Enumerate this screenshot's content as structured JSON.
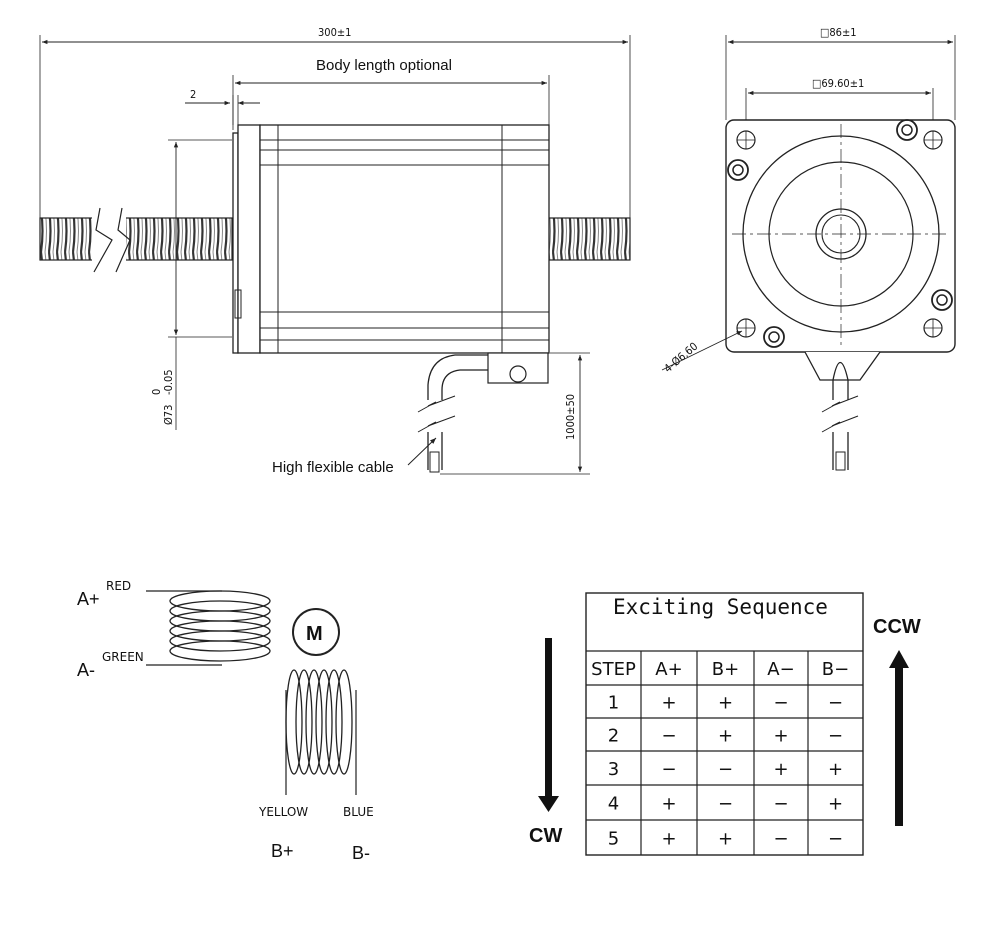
{
  "dimensions": {
    "overall_length": "300",
    "overall_tol": "±1",
    "body_length_note": "Body length optional",
    "flange_thickness": "2",
    "pilot_dia_nominal": "Ø73",
    "pilot_tol_upper": "0",
    "pilot_tol_lower": "-0.05",
    "cable_length": "1000±50",
    "cable_note": "High flexible cable",
    "square_size": "□86",
    "square_tol": "±1",
    "hole_spacing": "□69.60",
    "hole_spacing_tol": "±1",
    "mount_holes": "4-Ø6.60"
  },
  "wiring": {
    "motor_symbol": "M",
    "a_plus": "A+",
    "a_minus": "A-",
    "a_plus_color": "RED",
    "a_minus_color": "GREEN",
    "b_plus_color": "YELLOW",
    "b_minus_color": "BLUE",
    "b_plus": "B+",
    "b_minus": "B-"
  },
  "sequence": {
    "title": "Exciting Sequence",
    "headers": [
      "STEP",
      "A+",
      "B+",
      "A−",
      "B−"
    ],
    "rows": [
      [
        "1",
        "+",
        "+",
        "−",
        "−"
      ],
      [
        "2",
        "−",
        "+",
        "+",
        "−"
      ],
      [
        "3",
        "−",
        "−",
        "+",
        "+"
      ],
      [
        "4",
        "+",
        "−",
        "−",
        "+"
      ],
      [
        "5",
        "+",
        "+",
        "−",
        "−"
      ]
    ],
    "cw_label": "CW",
    "ccw_label": "CCW"
  }
}
